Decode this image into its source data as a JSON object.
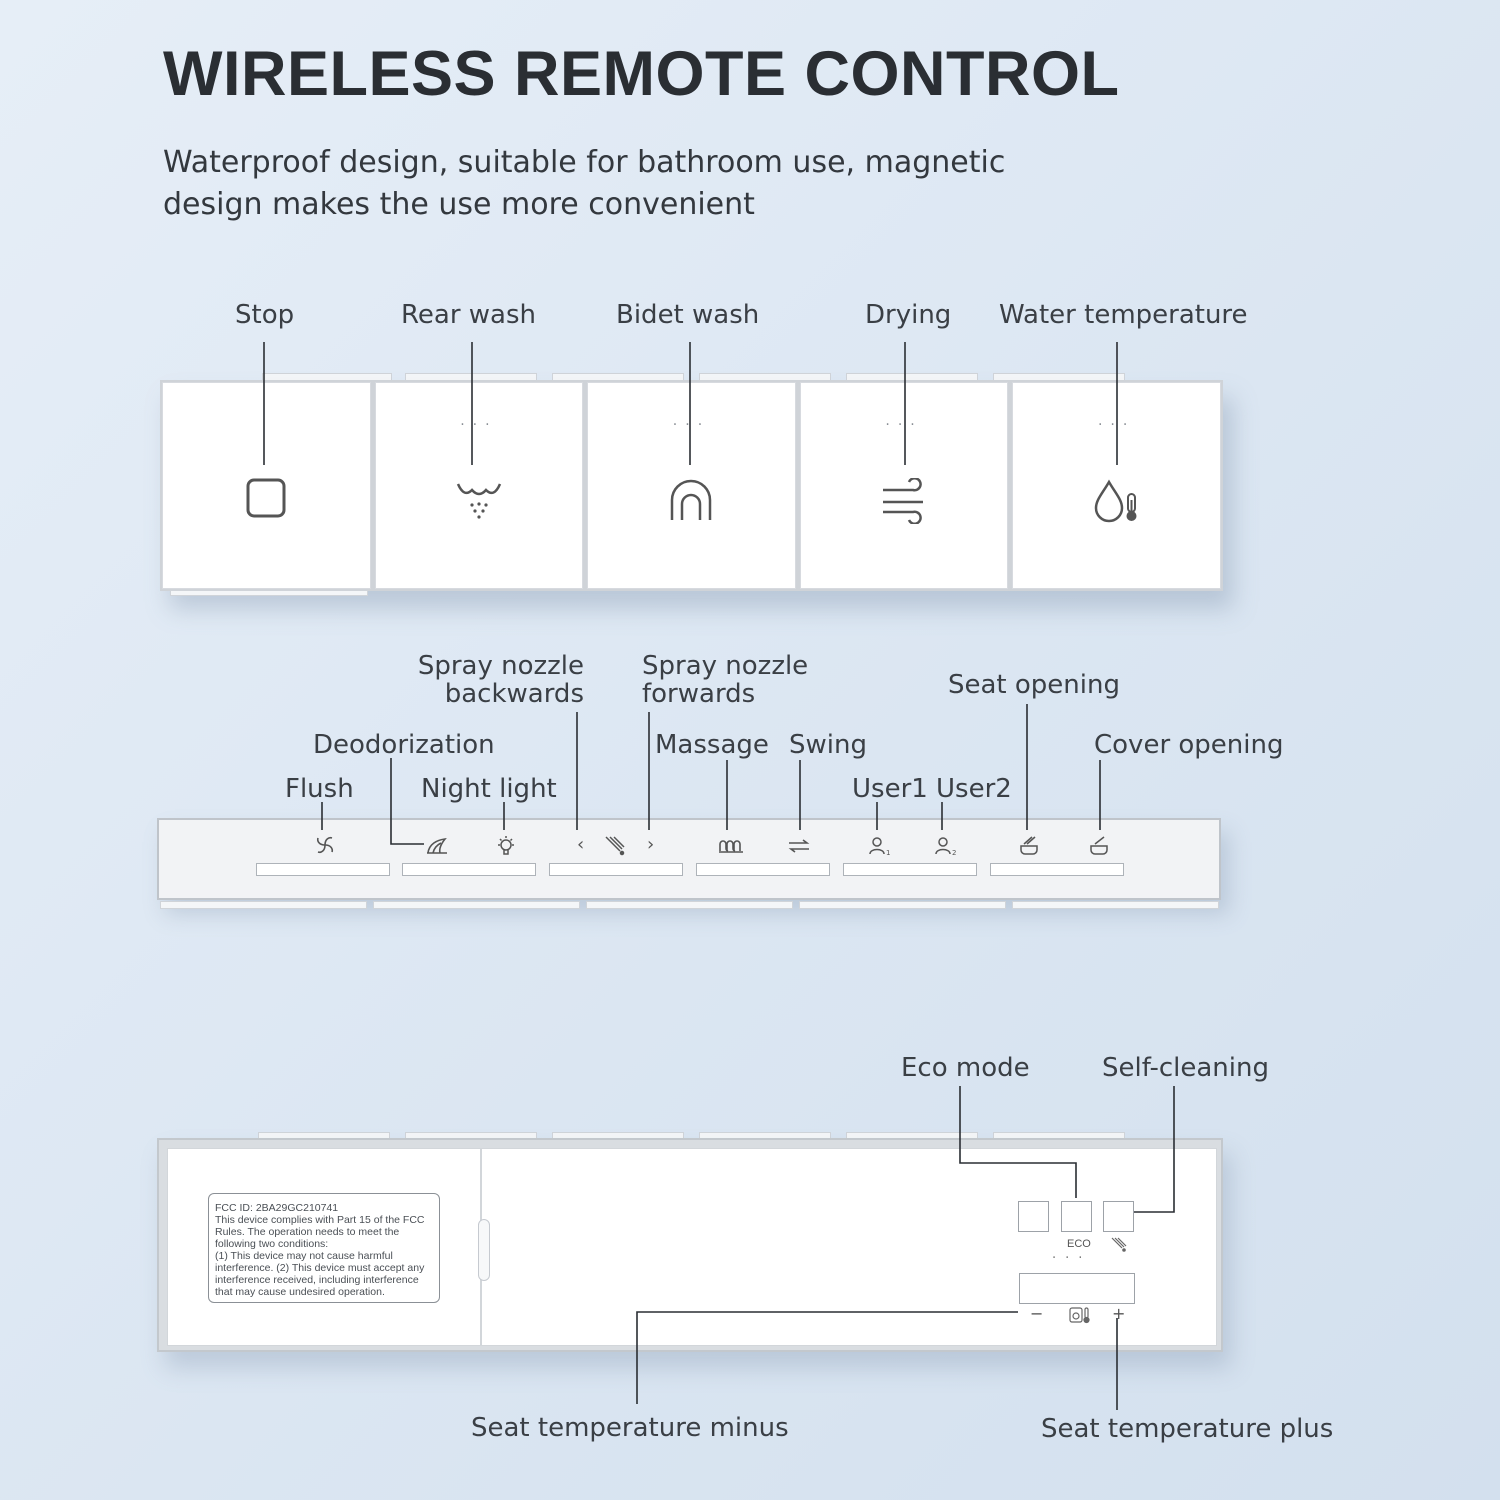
{
  "header": {
    "title": "WIRELESS REMOTE CONTROL",
    "subtitle_line1": "Waterproof design, suitable for bathroom use, magnetic",
    "subtitle_line2": "design makes the use more convenient"
  },
  "top_panel": {
    "labels": {
      "stop": "Stop",
      "rear_wash": "Rear wash",
      "bidet_wash": "Bidet wash",
      "drying": "Drying",
      "water_temperature": "Water temperature"
    },
    "icons": [
      "stop-icon",
      "rear-wash-icon",
      "bidet-wash-icon",
      "drying-icon",
      "water-temperature-icon"
    ],
    "dots": "..."
  },
  "middle_panel": {
    "labels": {
      "flush": "Flush",
      "deodorization": "Deodorization",
      "night_light": "Night light",
      "nozzle_backwards_1": "Spray nozzle",
      "nozzle_backwards_2": "backwards",
      "nozzle_forwards_1": "Spray nozzle",
      "nozzle_forwards_2": "forwards",
      "massage": "Massage",
      "swing": "Swing",
      "user1": "User1",
      "user2": "User2",
      "seat_opening": "Seat opening",
      "cover_opening": "Cover opening"
    }
  },
  "bottom_panel": {
    "labels": {
      "eco_mode": "Eco mode",
      "self_cleaning": "Self-cleaning",
      "seat_temp_minus": "Seat temperature minus",
      "seat_temp_plus": "Seat temperature plus"
    },
    "eco_text": "ECO",
    "minus_symbol": "−",
    "plus_symbol": "+",
    "fcc": {
      "line1": "FCC  ID: 2BA29GC210741",
      "line2": "This device complies with Part 15 of the FCC",
      "line3": "Rules. The operation needs to meet the",
      "line4": "following two conditions:",
      "line5": "(1) This device may not cause harmful",
      "line6": "interference. (2) This device must accept any",
      "line7": "interference received, including interference",
      "line8": "that may cause undesired operation."
    }
  },
  "colors": {
    "background": "#dfe8f3",
    "text": "#2f3338",
    "panel_white": "#ffffff",
    "line": "#2a2e33"
  }
}
